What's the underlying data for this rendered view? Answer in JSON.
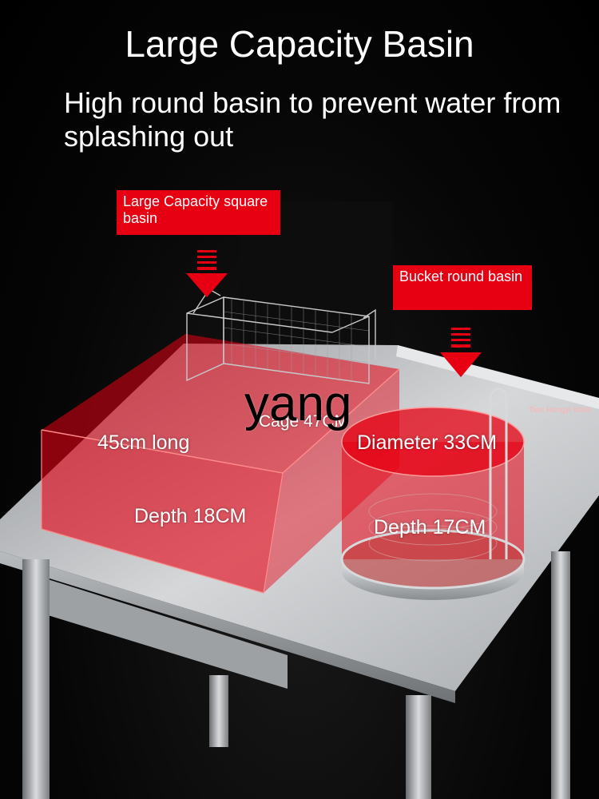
{
  "headline": "Large Capacity Basin",
  "subheadline": "High round basin to prevent water from splashing out",
  "callouts": {
    "square": "Large Capacity square basin",
    "round": "Bucket round basin"
  },
  "dimensions": {
    "length": "45cm long",
    "diameter": "Diameter 33CM",
    "square_depth": "Depth 18CM",
    "round_depth": "Depth 17CM",
    "cage": "Cage 47CM"
  },
  "watermark": "yang",
  "brand_mark": "Tian Hongyi West",
  "colors": {
    "highlight_red": "#e60012",
    "background": "#000000",
    "steel": "#c8cacc"
  }
}
